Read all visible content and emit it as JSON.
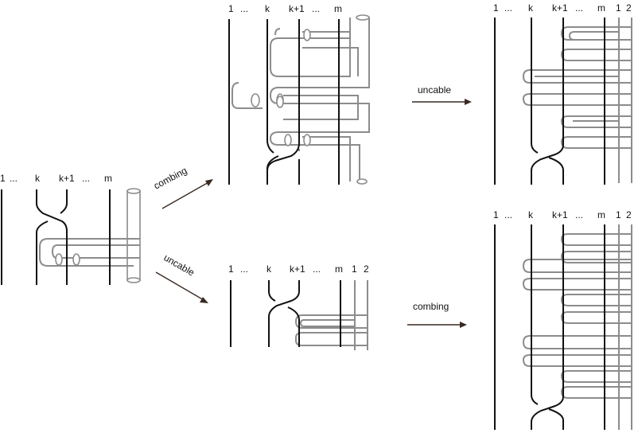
{
  "labels": {
    "strand_1": "1",
    "dots": "...",
    "strand_k": "k",
    "strand_k1": "k+1",
    "strand_m": "m",
    "extra_1": "1",
    "extra_2": "2"
  },
  "arrows": {
    "combing_top": "combing",
    "uncable_bottom": "uncable",
    "uncable_right": "uncable",
    "combing_right": "combing"
  }
}
